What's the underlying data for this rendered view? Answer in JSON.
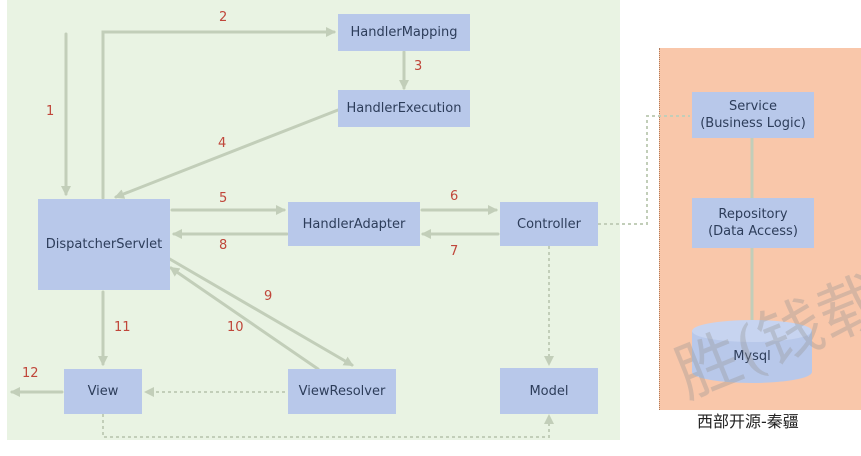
{
  "nodes": {
    "handler_mapping": "HandlerMapping",
    "handler_execution": "HandlerExecution",
    "dispatcher_servlet": "DispatcherServlet",
    "handler_adapter": "HandlerAdapter",
    "controller": "Controller",
    "view": "View",
    "view_resolver": "ViewResolver",
    "model": "Model",
    "service": "Service\n(Business Logic)",
    "repository": "Repository\n(Data Access)",
    "mysql": "Mysql"
  },
  "steps": [
    "1",
    "2",
    "3",
    "4",
    "5",
    "6",
    "7",
    "8",
    "9",
    "10",
    "11",
    "12"
  ],
  "caption": "西部开源-秦疆",
  "watermark": "胜(钱载)",
  "colors": {
    "left_panel": "#e9f3e3",
    "right_panel": "#f9c7aa",
    "node_fill": "#b8c8ea",
    "arrow": "#c2ceb9",
    "step_number": "#c0463a"
  }
}
